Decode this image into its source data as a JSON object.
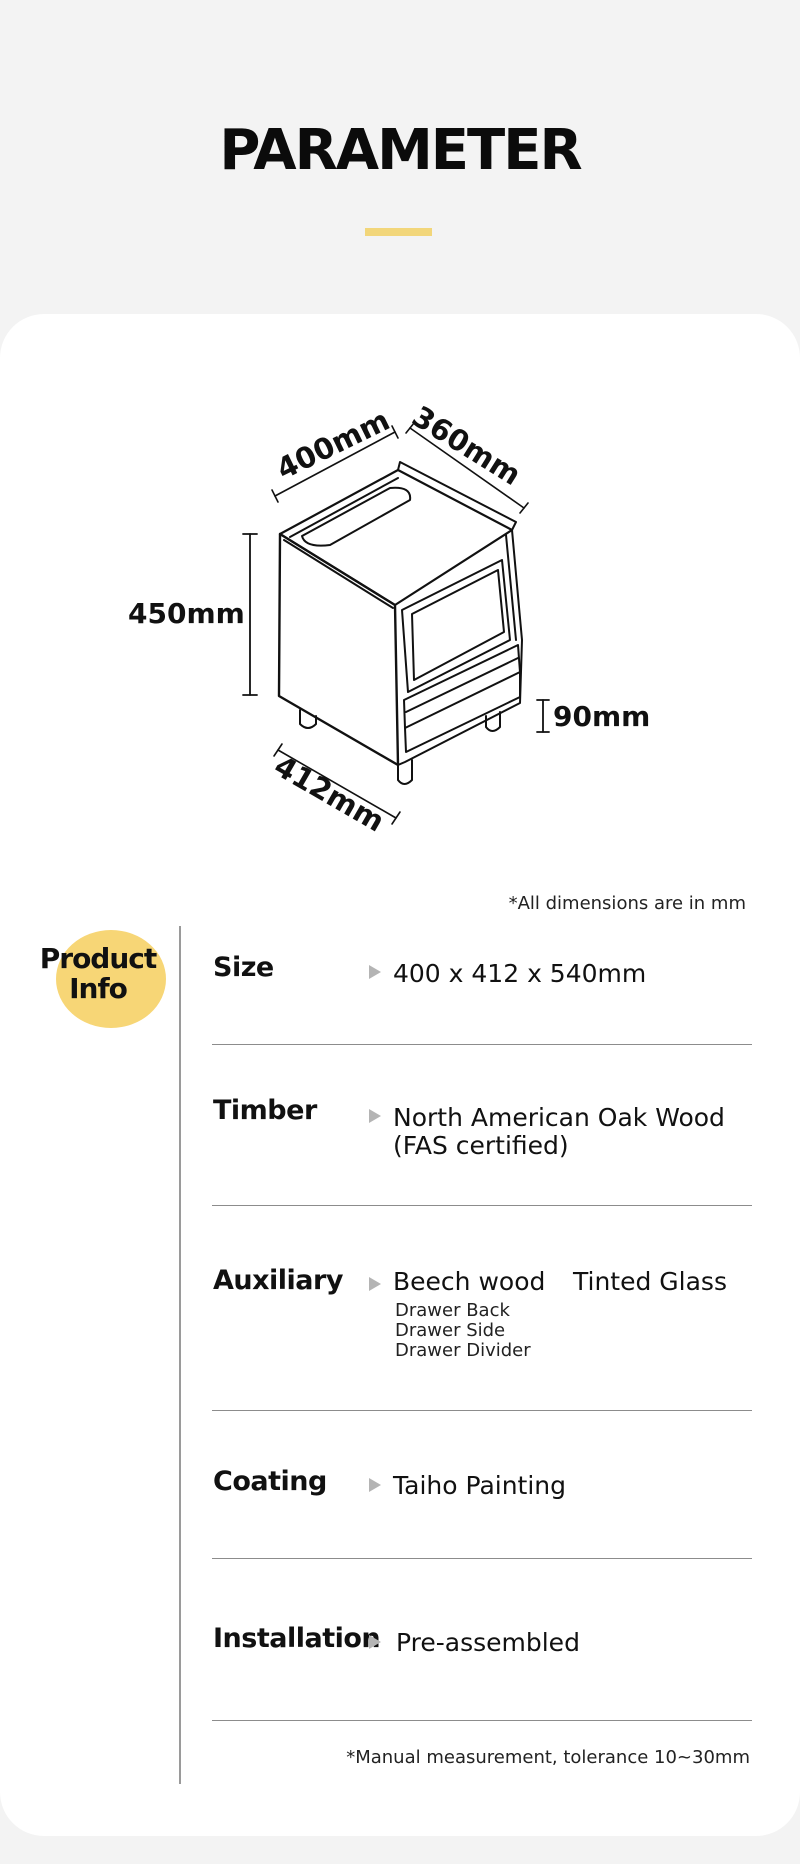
{
  "header": {
    "title": "PARAMETER",
    "accent_color": "#f2d67a"
  },
  "diagram": {
    "width_label": "400mm",
    "depth_label": "360mm",
    "height_label": "450mm",
    "bottom_width_label": "412mm",
    "leg_label": "90mm"
  },
  "notes": {
    "dimensions": "*All dimensions are in mm",
    "tolerance": "*Manual measurement, tolerance 10~30mm"
  },
  "badge": {
    "line1": "Product",
    "line2": "Info",
    "color": "#f7d676"
  },
  "specs": {
    "size": {
      "label": "Size",
      "value": "400 x 412 x 540mm"
    },
    "timber": {
      "label": "Timber",
      "value_line1": "North American Oak Wood",
      "value_line2": "(FAS certified)"
    },
    "auxiliary": {
      "label": "Auxiliary",
      "value1": "Beech wood",
      "value2": "Tinted Glass",
      "sub": [
        "Drawer Back",
        "Drawer Side",
        "Drawer Divider"
      ]
    },
    "coating": {
      "label": "Coating",
      "value": "Taiho Painting"
    },
    "installation": {
      "label": "Installation",
      "value": "Pre-assembled"
    }
  }
}
